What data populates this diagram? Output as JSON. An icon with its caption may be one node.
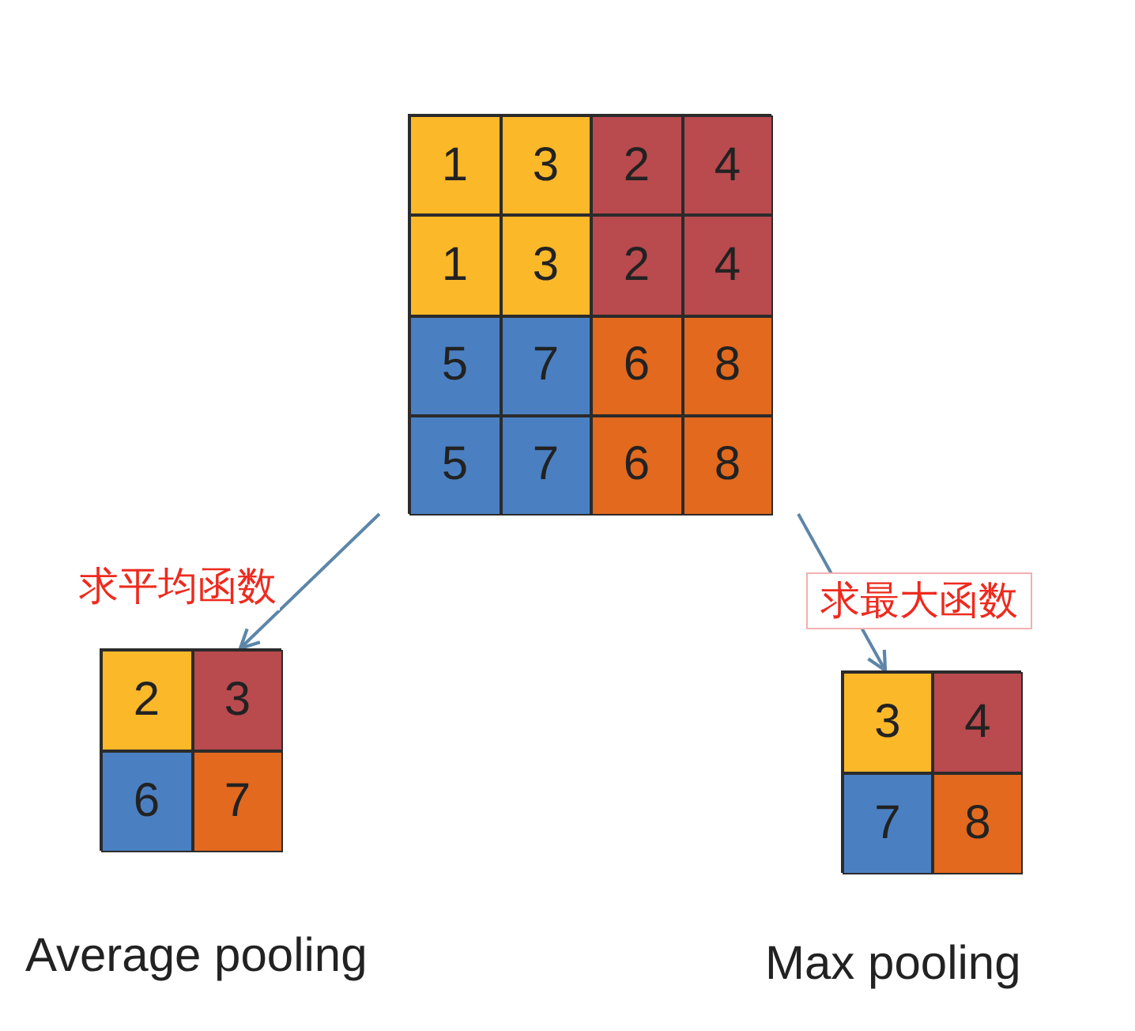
{
  "diagram": {
    "nodes": [
      {
        "text": [],
        "shape": "box"
      },
      {
        "text": [
          "1"
        ],
        "in": 0
      },
      {
        "text": [
          "3"
        ],
        "in": 0
      },
      {
        "text": [
          "2"
        ],
        "in": 0
      },
      {
        "text": [
          "4"
        ],
        "in": 0
      },
      {
        "text": [
          "1"
        ],
        "in": 0
      },
      {
        "text": [
          "3"
        ],
        "in": 0
      },
      {
        "text": [
          "2"
        ],
        "in": 0
      },
      {
        "text": [
          "4"
        ],
        "in": 0
      },
      {
        "text": [
          "5"
        ],
        "in": 0
      },
      {
        "text": [
          "7"
        ],
        "in": 0
      },
      {
        "text": [
          "6"
        ],
        "in": 0
      },
      {
        "text": [
          "8"
        ],
        "in": 0
      },
      {
        "text": [
          "5"
        ],
        "in": 0
      },
      {
        "text": [
          "7"
        ],
        "in": 0
      },
      {
        "text": [
          "6"
        ],
        "in": 0
      },
      {
        "text": [
          "8"
        ],
        "in": 0
      },
      {
        "text": [],
        "shape": "box",
        "beside": [
          "Average pooling"
        ]
      },
      {
        "text": [
          "2"
        ],
        "in": 17
      },
      {
        "text": [
          "3"
        ],
        "in": 17
      },
      {
        "text": [
          "6"
        ],
        "in": 17
      },
      {
        "text": [
          "7"
        ],
        "in": 17
      },
      {
        "text": [],
        "shape": "box",
        "beside": [
          "Max pooling"
        ]
      },
      {
        "text": [
          "3"
        ],
        "in": 22
      },
      {
        "text": [
          "4"
        ],
        "in": 22
      },
      {
        "text": [
          "7"
        ],
        "in": 22
      },
      {
        "text": [
          "8"
        ],
        "in": 22
      }
    ],
    "edges": [
      {
        "from": 0,
        "to": 17,
        "arrow": "to",
        "label": "求平均函数"
      },
      {
        "from": 0,
        "to": 22,
        "arrow": "to",
        "label": "求最大函数"
      }
    ]
  }
}
